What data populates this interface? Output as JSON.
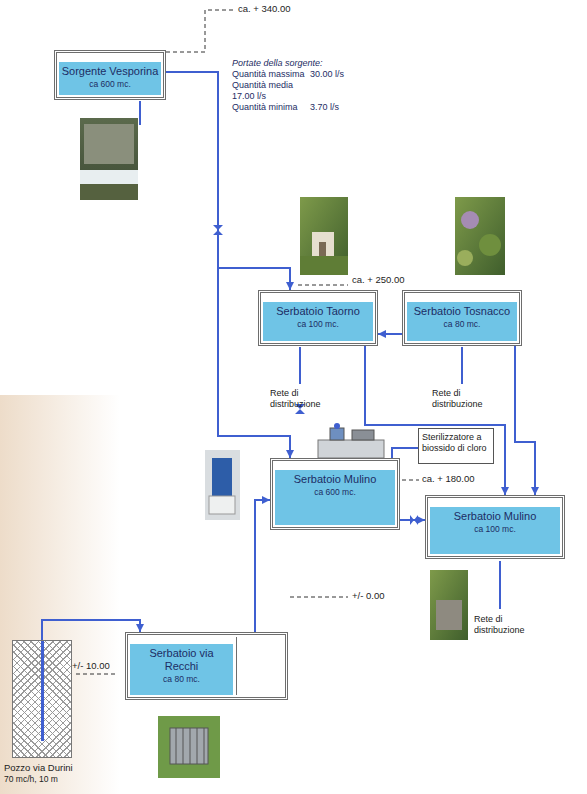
{
  "diagram": {
    "nodes": [
      {
        "text": [
          "Sorgente Vesporina",
          "ca 600 mc."
        ]
      },
      {
        "text": [
          "Serbatoio Taorno",
          "ca 100 mc."
        ]
      },
      {
        "text": [
          "Serbatoio Tosnacco",
          "ca 80 mc."
        ]
      },
      {
        "text": [
          "Sterilizzatore a biossido di cloro"
        ]
      },
      {
        "text": [
          "Serbatoio Mulino",
          "ca 600 mc."
        ]
      },
      {
        "text": [
          "Serbatoio Mulino",
          "ca 100 mc."
        ]
      },
      {
        "text": [
          "Serbatoio via Recchi",
          "ca 80 mc."
        ]
      },
      {
        "text": [
          "Pozzo via Durini",
          "70 mc/h, 10 m"
        ]
      }
    ],
    "edges": [
      {
        "from": 0,
        "to": 1,
        "arrow": "to"
      },
      {
        "from": 0,
        "to": 4,
        "arrow": "to"
      },
      {
        "from": 2,
        "to": 1,
        "arrow": "to"
      },
      {
        "from": 1,
        "to": 5,
        "arrow": "to"
      },
      {
        "from": 2,
        "to": 5,
        "arrow": "to"
      },
      {
        "from": 4,
        "to": 5,
        "arrow": "to"
      },
      {
        "from": 6,
        "to": 4,
        "arrow": "to"
      },
      {
        "from": 7,
        "to": 6,
        "arrow": "to"
      },
      {
        "from": 3,
        "to": 4,
        "arrow": "none"
      }
    ],
    "labels": [
      "ca. + 340.00",
      "Portate della sorgente:",
      "Quantità massima",
      "30.00 l/s",
      "Quantità media",
      "17.00 l/s",
      "Quantità minima",
      "3.70 l/s",
      "ca. + 250.00",
      "Rete di distribuzione",
      "Rete di distribuzione",
      "ca. + 180.00",
      "Rete di distribuzione",
      "+/- 0.00",
      "+/- 10.00"
    ]
  }
}
